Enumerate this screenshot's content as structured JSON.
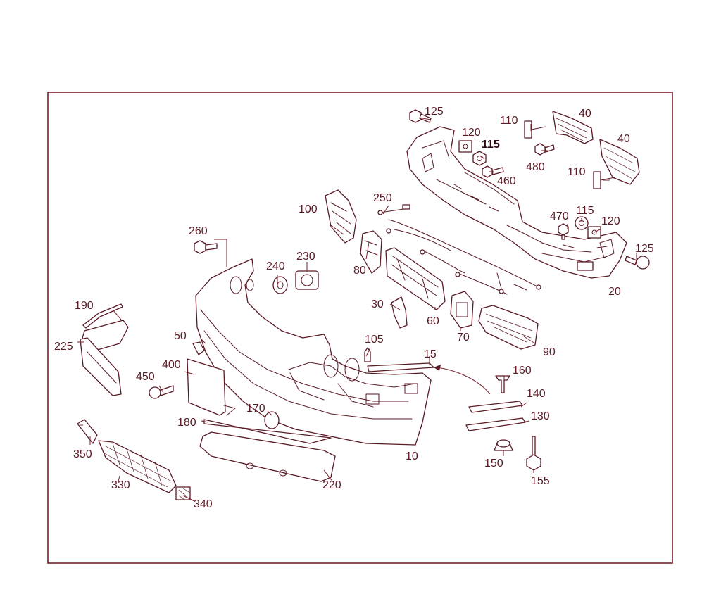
{
  "callouts": [
    {
      "id": "c125a",
      "text": "125",
      "bold": false
    },
    {
      "id": "c110a",
      "text": "110",
      "bold": false
    },
    {
      "id": "c40a",
      "text": "40",
      "bold": false
    },
    {
      "id": "c120a",
      "text": "120",
      "bold": false
    },
    {
      "id": "c115a",
      "text": "115",
      "bold": true
    },
    {
      "id": "c40b",
      "text": "40",
      "bold": false
    },
    {
      "id": "c480",
      "text": "480",
      "bold": false
    },
    {
      "id": "c460",
      "text": "460",
      "bold": false
    },
    {
      "id": "c110b",
      "text": "110",
      "bold": false
    },
    {
      "id": "c250",
      "text": "250",
      "bold": false
    },
    {
      "id": "c100",
      "text": "100",
      "bold": false
    },
    {
      "id": "c470",
      "text": "470",
      "bold": false
    },
    {
      "id": "c115b",
      "text": "115",
      "bold": false
    },
    {
      "id": "c120b",
      "text": "120",
      "bold": false
    },
    {
      "id": "c125b",
      "text": "125",
      "bold": false
    },
    {
      "id": "c260",
      "text": "260",
      "bold": false
    },
    {
      "id": "c230",
      "text": "230",
      "bold": false
    },
    {
      "id": "c240",
      "text": "240",
      "bold": false
    },
    {
      "id": "c80",
      "text": "80",
      "bold": false
    },
    {
      "id": "c20",
      "text": "20",
      "bold": false
    },
    {
      "id": "c190",
      "text": "190",
      "bold": false
    },
    {
      "id": "c30",
      "text": "30",
      "bold": false
    },
    {
      "id": "c60",
      "text": "60",
      "bold": false
    },
    {
      "id": "c70",
      "text": "70",
      "bold": false
    },
    {
      "id": "c90",
      "text": "90",
      "bold": false
    },
    {
      "id": "c225",
      "text": "225",
      "bold": false
    },
    {
      "id": "c50",
      "text": "50",
      "bold": false
    },
    {
      "id": "c105",
      "text": "105",
      "bold": false
    },
    {
      "id": "c15",
      "text": "15",
      "bold": false
    },
    {
      "id": "c400",
      "text": "400",
      "bold": false
    },
    {
      "id": "c160",
      "text": "160",
      "bold": false
    },
    {
      "id": "c450",
      "text": "450",
      "bold": false
    },
    {
      "id": "c140",
      "text": "140",
      "bold": false
    },
    {
      "id": "c170",
      "text": "170",
      "bold": false
    },
    {
      "id": "c130",
      "text": "130",
      "bold": false
    },
    {
      "id": "c180",
      "text": "180",
      "bold": false
    },
    {
      "id": "c350",
      "text": "350",
      "bold": false
    },
    {
      "id": "c10",
      "text": "10",
      "bold": false
    },
    {
      "id": "c150",
      "text": "150",
      "bold": false
    },
    {
      "id": "c155",
      "text": "155",
      "bold": false
    },
    {
      "id": "c330",
      "text": "330",
      "bold": false
    },
    {
      "id": "c220",
      "text": "220",
      "bold": false
    },
    {
      "id": "c340",
      "text": "340",
      "bold": false
    }
  ],
  "colors": {
    "frame": "#7a1f2b",
    "line": "#5a1a24",
    "background": "#ffffff"
  }
}
